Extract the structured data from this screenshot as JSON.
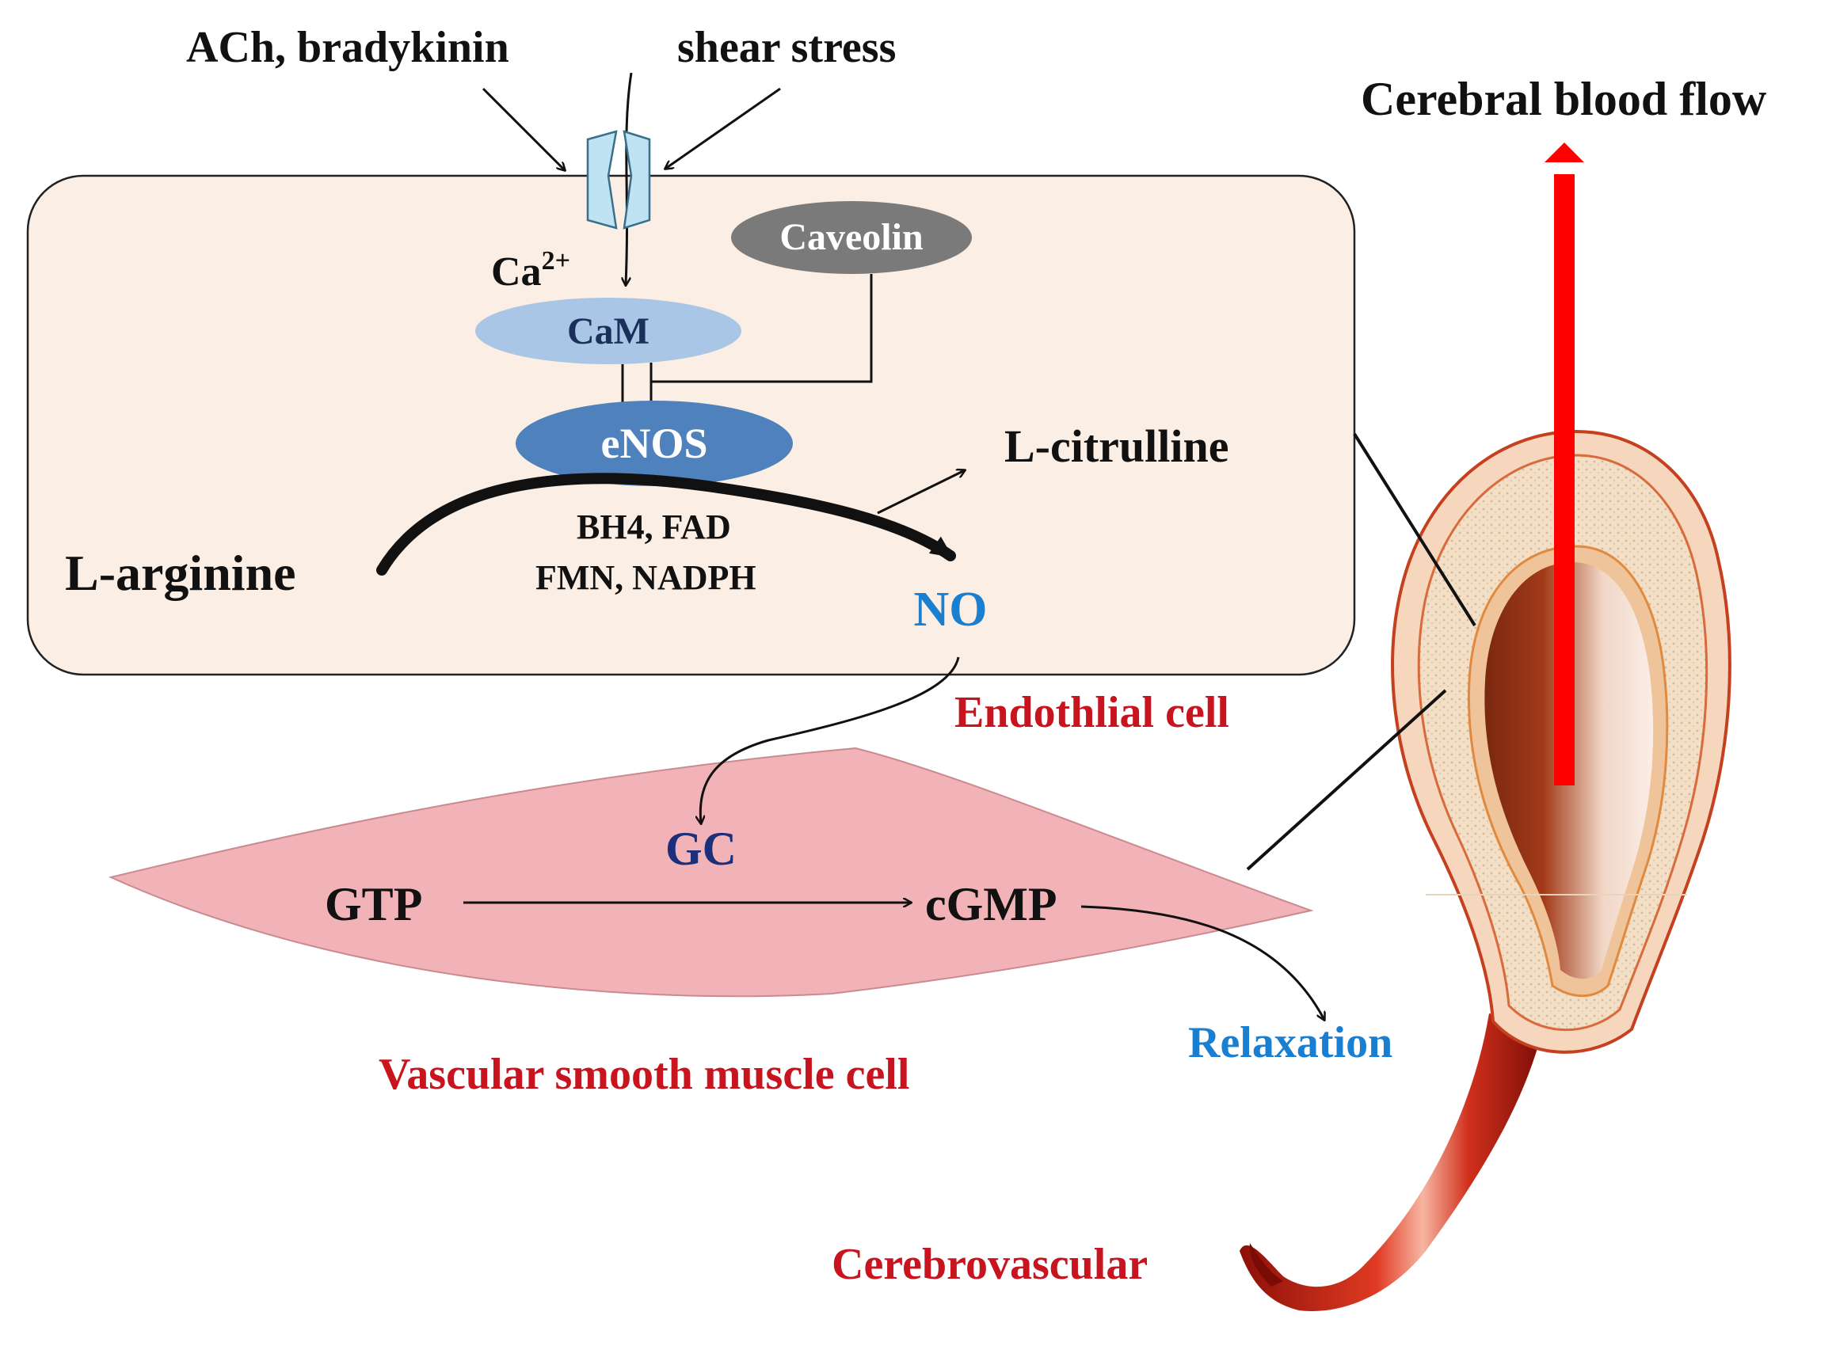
{
  "labels": {
    "ach": "ACh, bradykinin",
    "shear": "shear stress",
    "ca": "Ca",
    "ca_sup": "2+",
    "caveolin": "Caveolin",
    "cam": "CaM",
    "enos": "eNOS",
    "citrulline": "L-citrulline",
    "arginine": "L-arginine",
    "cofactors_1": "BH4, FAD",
    "cofactors_2": "FMN,  NADPH",
    "no": "NO",
    "endothelial": "Endothlial cell",
    "gc": "GC",
    "gtp": "GTP",
    "cgmp": "cGMP",
    "relaxation": "Relaxation",
    "vsmc": "Vascular smooth muscle cell",
    "cerebral_flow": "Cerebral blood flow",
    "cerebrovascular": "Cerebrovascular"
  },
  "colors": {
    "cell_fill": "#fbeee4",
    "muscle_fill": "#f2b3b8",
    "red_text": "#c8141e",
    "blue_text": "#1a7fd0",
    "navy_text": "#1c2f7a",
    "flow_arrow": "#ff0000",
    "caveolin": "#7a7a7a",
    "cam": "#a9c6e6",
    "enos": "#4f81bd",
    "channel": "#bfe3f2"
  }
}
